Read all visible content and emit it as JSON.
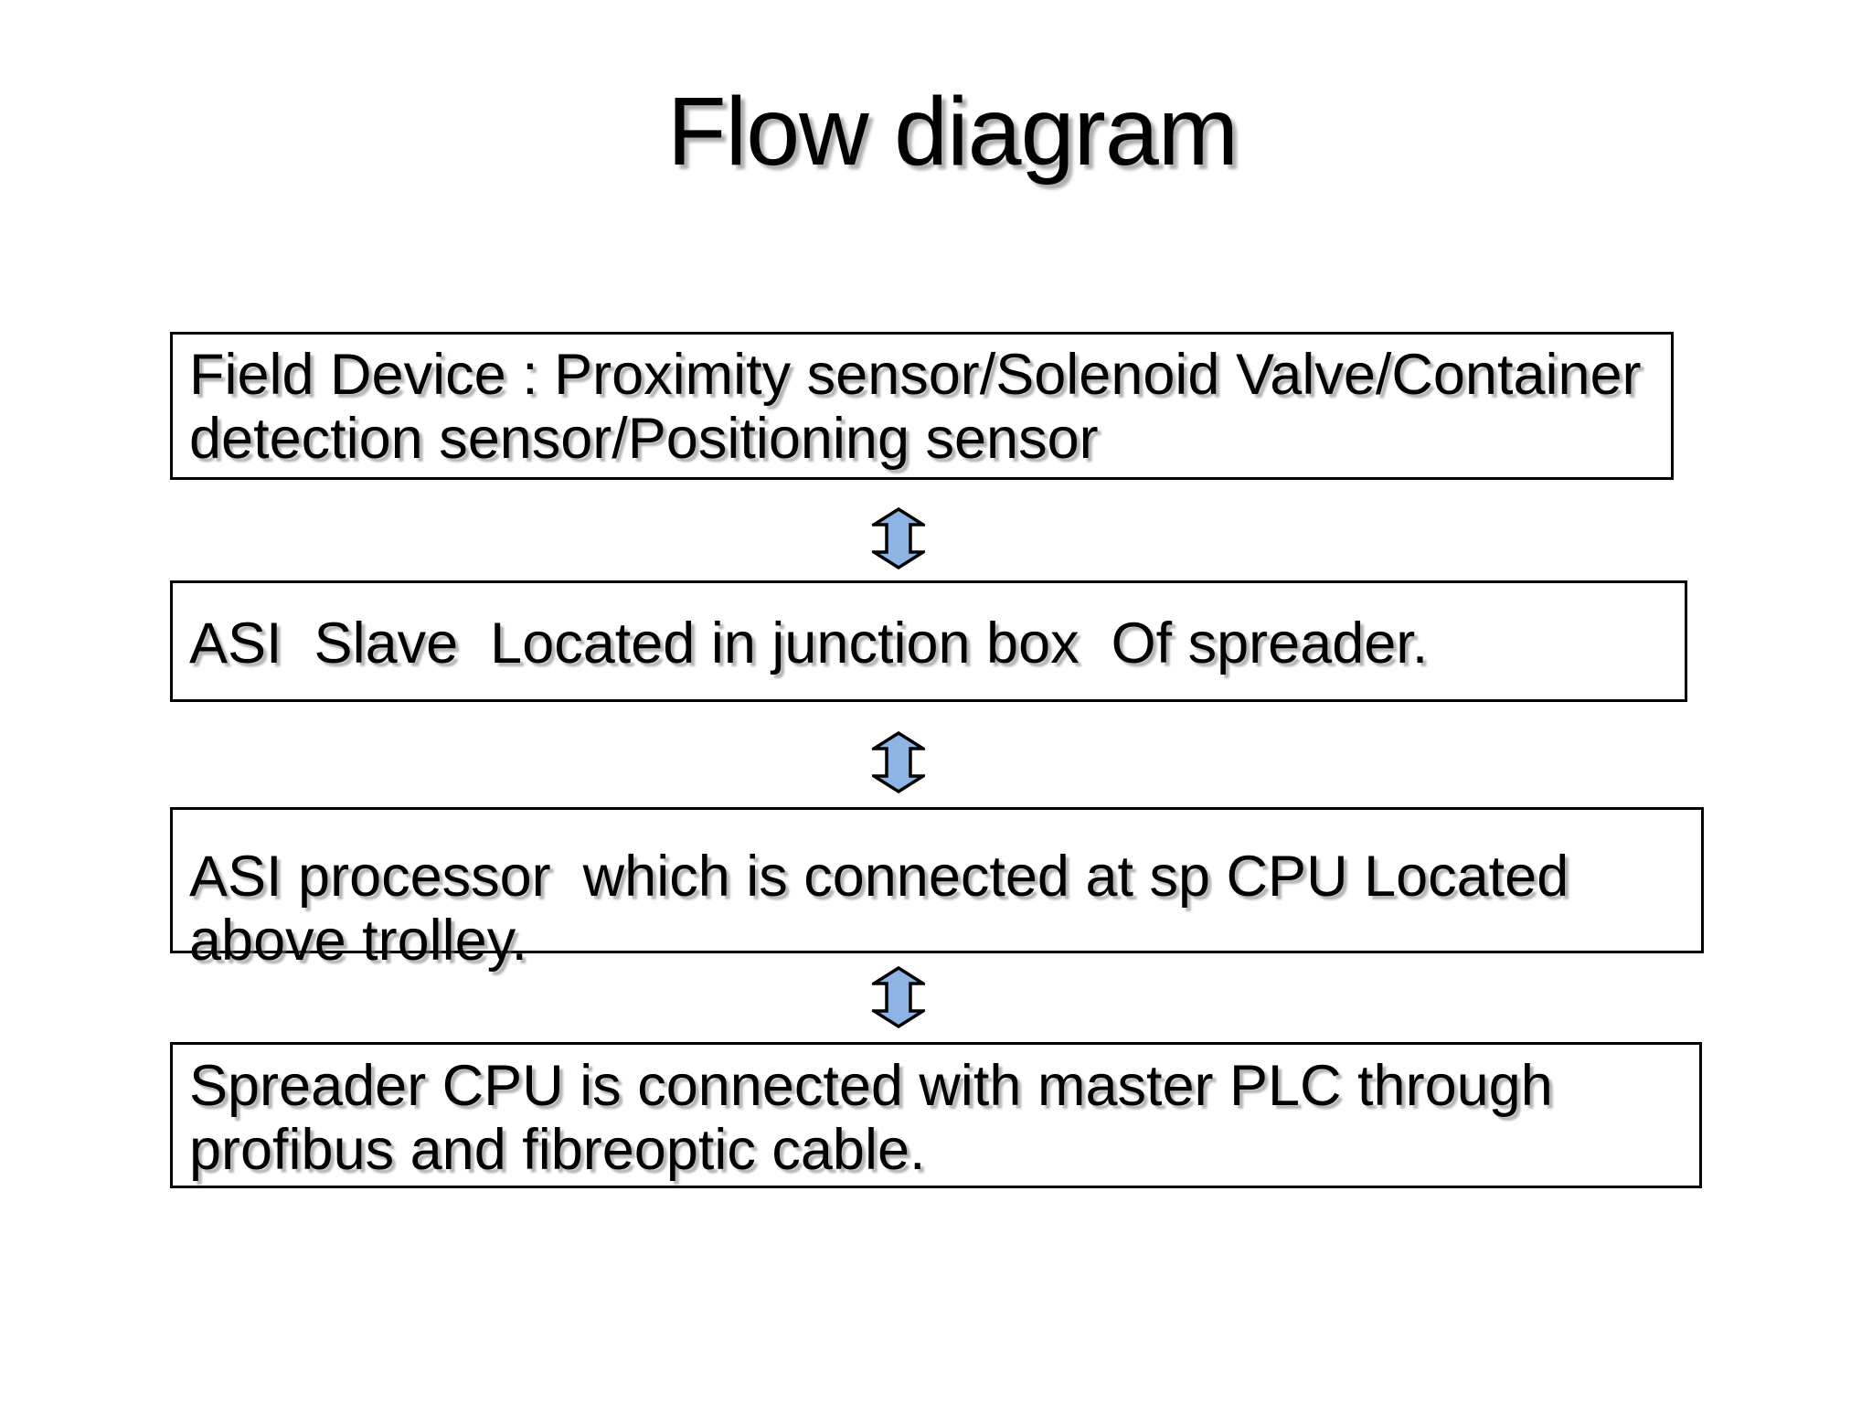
{
  "slide": {
    "title": "Flow diagram",
    "background_color": "#ffffff",
    "boxes": [
      {
        "name": "field-device",
        "lines": [
          "Field Device : Proximity sensor/Solenoid Valve/Container",
          "detection sensor/Positioning sensor"
        ]
      },
      {
        "name": "asi-slave",
        "lines": [
          "ASI  Slave  Located in junction box  Of spreader."
        ]
      },
      {
        "name": "asi-processor",
        "lines": [
          "ASI processor  which is connected at sp CPU Located",
          "above trolley."
        ]
      },
      {
        "name": "spreader-cpu",
        "lines": [
          "Spreader CPU is connected with master PLC through",
          "profibus and fibreoptic cable."
        ]
      }
    ],
    "connectors": [
      {
        "type": "double-headed-vertical-arrow",
        "between": "field-device and asi-slave"
      },
      {
        "type": "double-headed-vertical-arrow",
        "between": "asi-slave and asi-processor"
      },
      {
        "type": "double-headed-vertical-arrow",
        "between": "asi-processor and spreader-cpu"
      }
    ],
    "colors": {
      "arrow_fill": "#8DB4E2",
      "arrow_outline": "#000000",
      "box_border": "#000000",
      "text": "#000000"
    }
  }
}
